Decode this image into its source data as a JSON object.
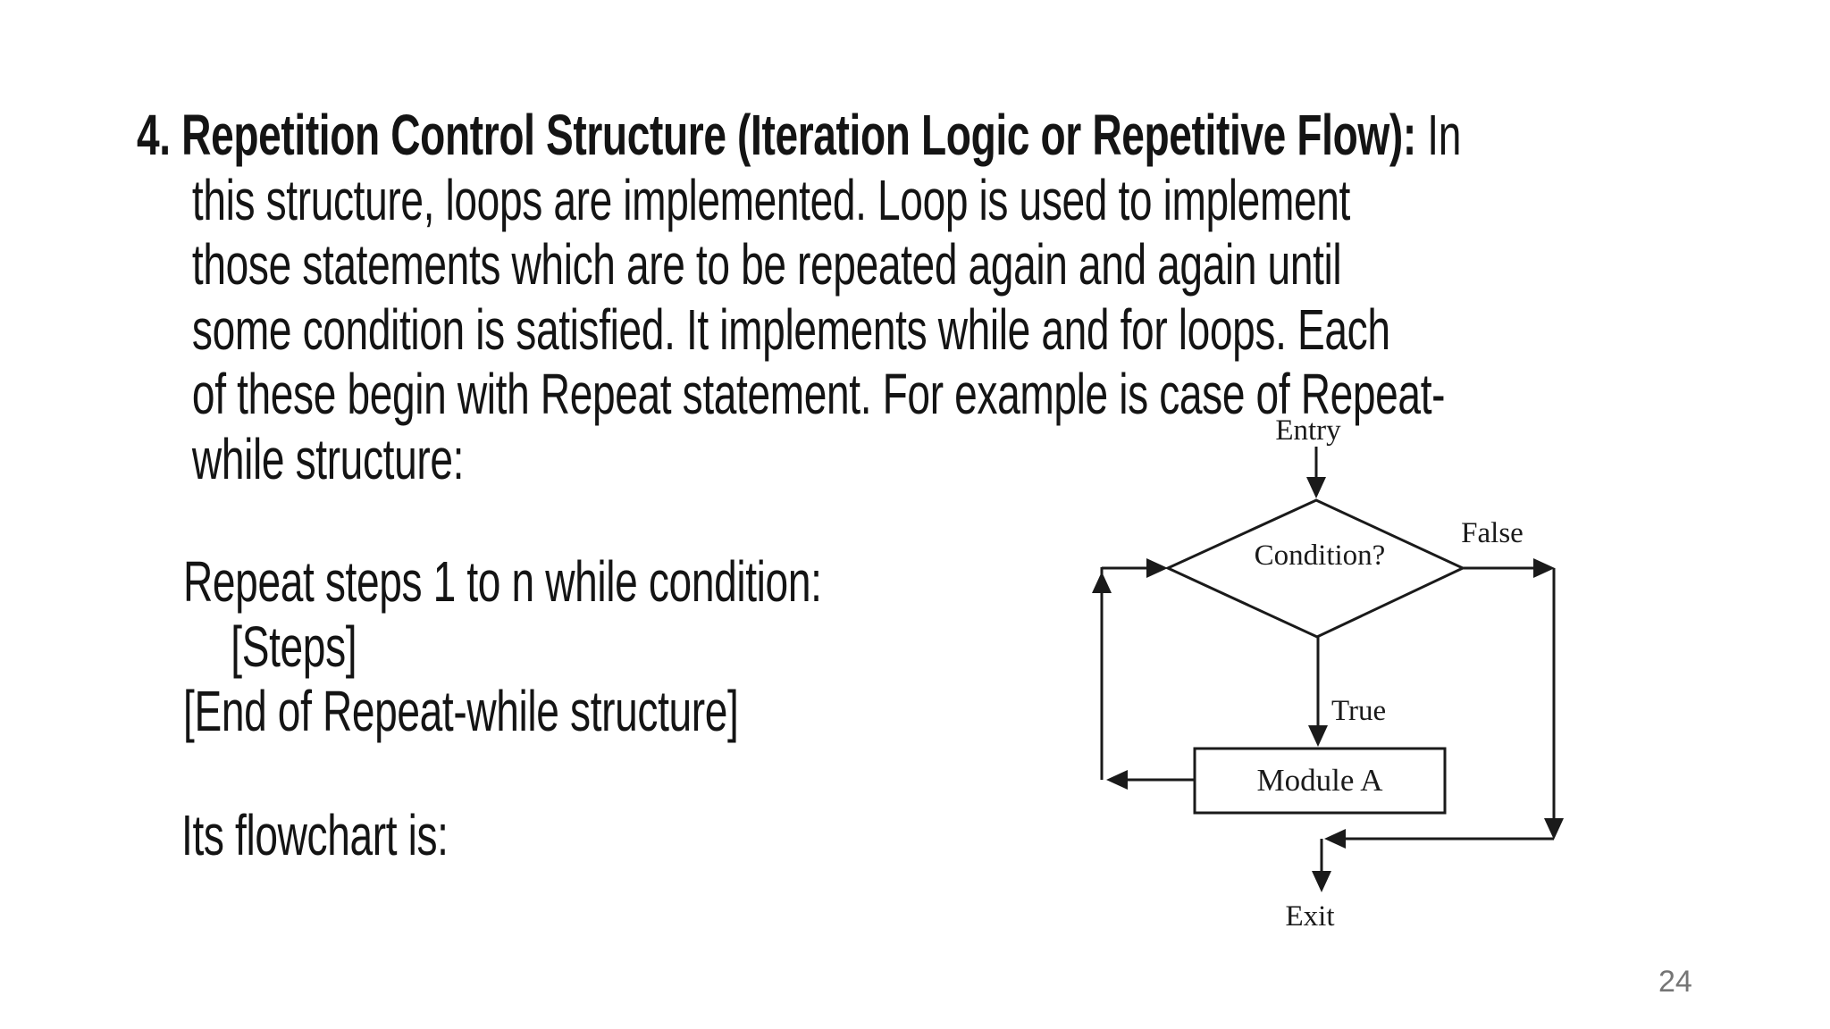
{
  "slide": {
    "title_bold": "4. Repetition Control Structure (Iteration Logic or Repetitive Flow):",
    "title_tail": " In",
    "paragraph_lines": [
      "this structure, loops are implemented. Loop is used to implement",
      "those statements which are to be repeated again and again until",
      "some condition is satisfied. It implements while and for loops. Each",
      "of these begin with Repeat statement. For example is case of Repeat-",
      "while structure:"
    ],
    "pseudocode": {
      "line1": "Repeat steps 1 to n while condition:",
      "line2": "[Steps]",
      "line3": "[End of Repeat-while structure]"
    },
    "flowchart_caption": "Its flowchart is:",
    "page_number": "24"
  },
  "flowchart": {
    "entry_label": "Entry",
    "condition_label": "Condition?",
    "false_label": "False",
    "true_label": "True",
    "module_label": "Module A",
    "exit_label": "Exit",
    "line_color": "#1a1a1a"
  }
}
